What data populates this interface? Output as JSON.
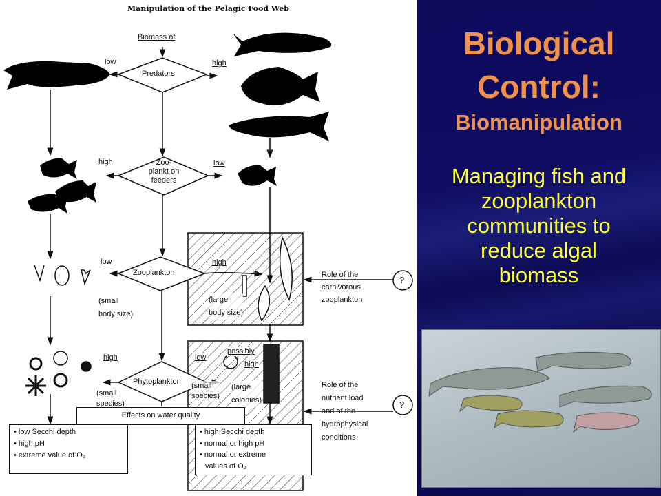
{
  "slide": {
    "title_line1": "Biological",
    "title_line2": "Control:",
    "subtitle": "Biomanipulation",
    "body_lines": [
      "Managing fish and",
      "zooplankton",
      "communities to",
      "reduce algal",
      "biomass"
    ],
    "colors": {
      "title": "#f0924a",
      "body": "#ffff33",
      "background": "#0e0a5a"
    }
  },
  "diagram": {
    "title": "Manipulation of the Pelagic Food Web",
    "biomass_of": "Biomass of",
    "predators": "Predators",
    "zooplankton_feeders": [
      "Zoo-",
      "plankt on",
      "feeders"
    ],
    "zooplankton": "Zooplankton",
    "phytoplankton": "Phytoplankton",
    "low": "low",
    "high": "high",
    "small_body_size": [
      "(small",
      "body size)"
    ],
    "large_body_size": [
      "(large",
      "body size)"
    ],
    "small_species": [
      "(small",
      "species)"
    ],
    "possibly": "possibly",
    "large_colonies": [
      "(large",
      "colonies)"
    ],
    "role_carnivorous": [
      "Role of the",
      "carnivorous",
      "zooplankton"
    ],
    "role_nutrient": [
      "Role of the",
      "nutrient load",
      "and of the",
      "hydrophysical",
      "conditions"
    ],
    "question_mark": "?",
    "effects": "Effects on water quality",
    "left_effects": [
      "• low Secchi depth",
      "• high pH",
      "• extreme value of O₂"
    ],
    "right_effects": [
      "• high Secchi depth",
      "• normal or high pH",
      "• normal or extreme",
      "values of O₂"
    ]
  }
}
